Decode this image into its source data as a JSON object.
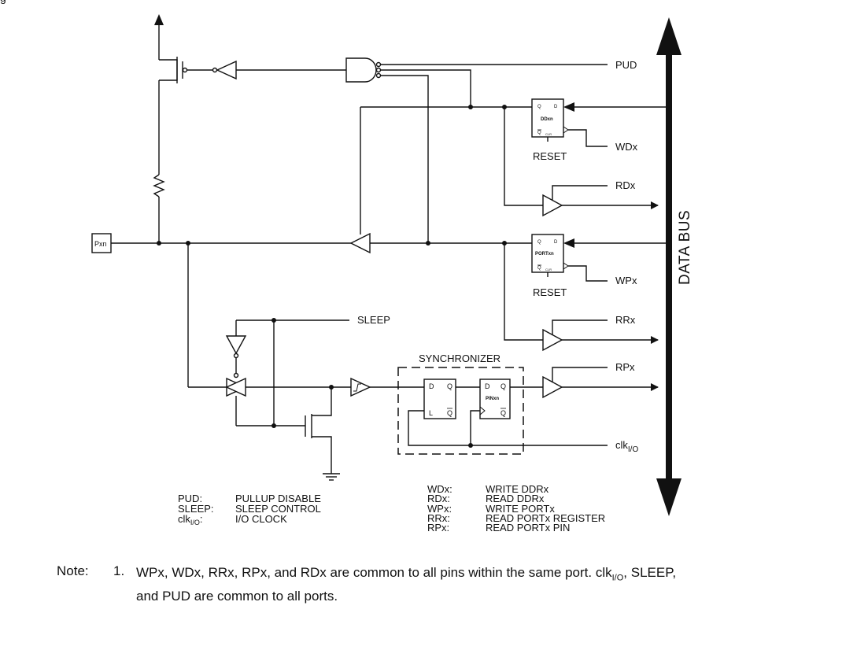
{
  "figure_caption_fragment": "g",
  "labels": {
    "pud": "PUD",
    "wdx": "WDx",
    "reset_top": "RESET",
    "rdx": "RDx",
    "pxn": "Pxn",
    "wpx": "WPx",
    "reset_bottom": "RESET",
    "rrx": "RRx",
    "sleep": "SLEEP",
    "synchronizer": "SYNCHRONIZER",
    "rpx": "RPx",
    "clk": "clk",
    "clk_sub": "I/O",
    "data_bus": "DATA BUS"
  },
  "flipflops": {
    "ddxn": {
      "q": "Q",
      "d": "D",
      "name": "DDxn",
      "qbar": "Q",
      "clr": "CLR"
    },
    "portxn": {
      "q": "Q",
      "d": "D",
      "name": "PORTxn",
      "qbar": "Q",
      "clr": "CLR"
    },
    "sync1": {
      "d": "D",
      "q": "Q",
      "l": "L",
      "qbar": "Q"
    },
    "pinxn": {
      "d": "D",
      "q": "Q",
      "name": "PINxn",
      "qbar": "Q"
    }
  },
  "legend_left": [
    {
      "key": "PUD:",
      "value": "PULLUP DISABLE"
    },
    {
      "key": "SLEEP:",
      "value": "SLEEP CONTROL"
    },
    {
      "key": "clk",
      "key_sub": "I/O",
      "key_suffix": ":",
      "value": "I/O CLOCK"
    }
  ],
  "legend_right": [
    {
      "key": "WDx:",
      "value": "WRITE DDRx"
    },
    {
      "key": "RDx:",
      "value": "READ DDRx"
    },
    {
      "key": "WPx:",
      "value": "WRITE PORTx"
    },
    {
      "key": "RRx:",
      "value": "READ PORTx REGISTER"
    },
    {
      "key": "RPx:",
      "value": "READ PORTx PIN"
    }
  ],
  "note": {
    "label": "Note:",
    "number": "1.",
    "line1_a": "WPx, WDx, RRx, RPx, and RDx are common to all pins within the same port. clk",
    "line1_sub": "I/O",
    "line1_b": ", SLEEP,",
    "line2": "and PUD are common to all ports."
  }
}
